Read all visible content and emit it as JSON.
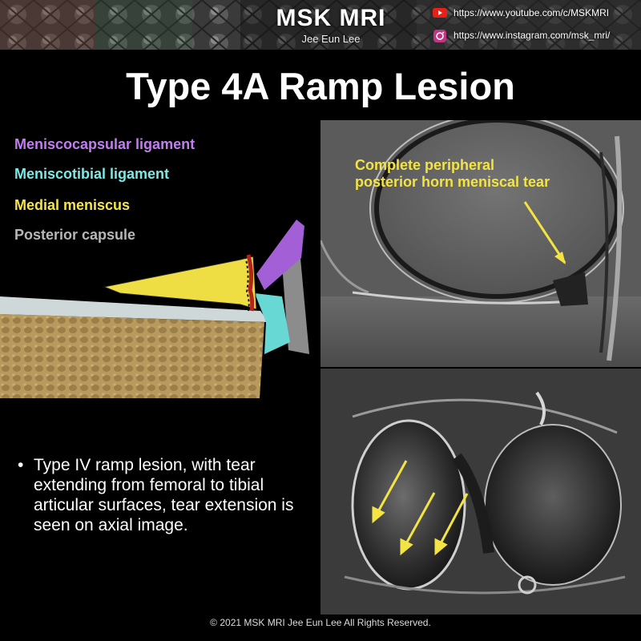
{
  "header": {
    "brand_title": "MSK MRI",
    "brand_subtitle": "Jee Eun Lee",
    "youtube_url_text": "https://www.youtube.com/c/MSKMRI",
    "instagram_url_text": "https://www.instagram.com/msk_mri/"
  },
  "slide": {
    "title": "Type 4A Ramp Lesion",
    "legend": [
      {
        "label": "Meniscocapsular ligament",
        "color": "#c27ef0"
      },
      {
        "label": "Meniscotibial ligament",
        "color": "#7de8e4"
      },
      {
        "label": "Medial meniscus",
        "color": "#f4e44f"
      },
      {
        "label": "Posterior capsule",
        "color": "#b7b7b7"
      }
    ],
    "annotation_lines": [
      "Complete peripheral",
      "posterior horn meniscal tear"
    ],
    "bullet_text": "Type IV ramp lesion, with tear extending from femoral to tibial articular surfaces, tear extension is seen on axial image.",
    "copyright": "© 2021 MSK MRI Jee Eun Lee All Rights Reserved."
  },
  "icons": {
    "youtube": "youtube-icon",
    "instagram": "instagram-icon",
    "bullet": "bullet-dot-icon"
  },
  "colors": {
    "arrow": "#f3e443",
    "annotation": "#f3e443",
    "background": "#000000"
  }
}
